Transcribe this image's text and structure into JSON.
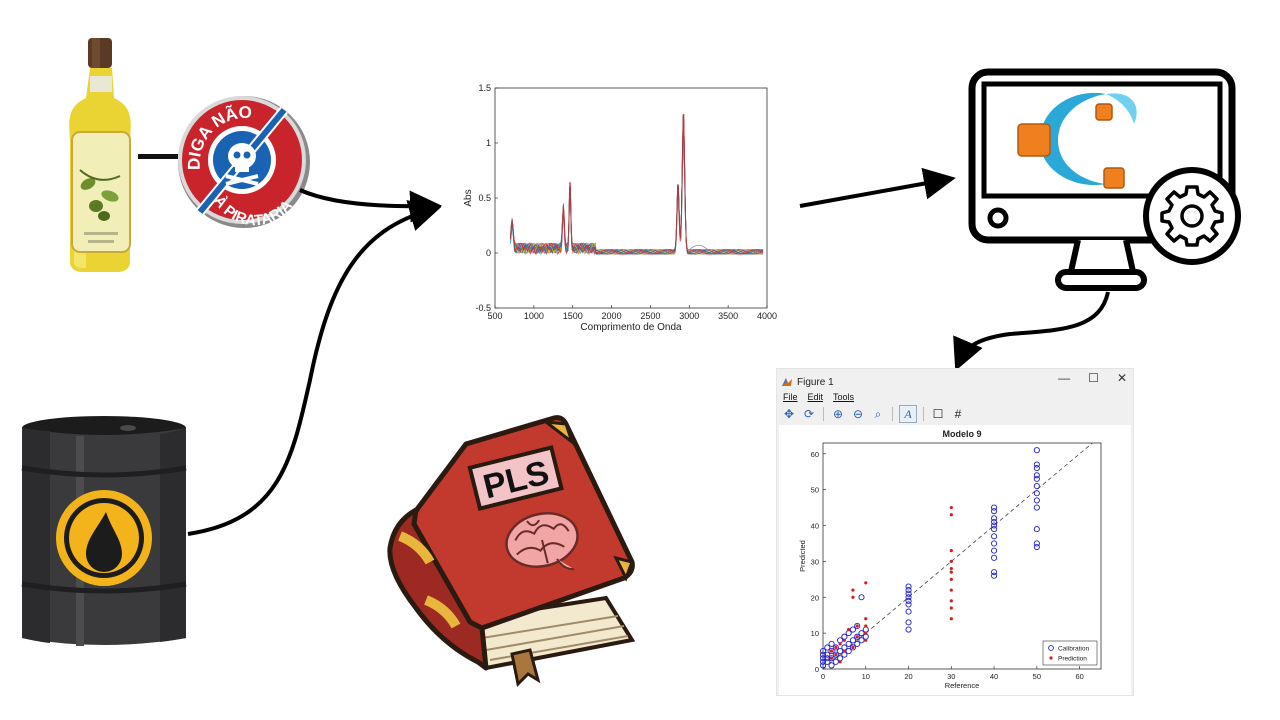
{
  "spectrum_chart": {
    "chart_data": {
      "type": "line",
      "xlabel": "Comprimento de Onda",
      "ylabel": "Abs",
      "xlim": [
        500,
        4000
      ],
      "ylim": [
        -0.5,
        1.5
      ],
      "xticks": [
        500,
        1000,
        1500,
        2000,
        2500,
        3000,
        3500,
        4000
      ],
      "yticks": [
        -0.5,
        0,
        0.5,
        1,
        1.5
      ],
      "peaks": [
        {
          "x": 720,
          "y": 0.27
        },
        {
          "x": 1380,
          "y": 0.38
        },
        {
          "x": 1465,
          "y": 0.62
        },
        {
          "x": 2925,
          "y": 1.27
        },
        {
          "x": 2855,
          "y": 0.6
        }
      ]
    }
  },
  "stamp": {
    "top_text": "DIGA NÃO",
    "bottom_text": "À PIRATARIA"
  },
  "book": {
    "label": "PLS"
  },
  "figure_window": {
    "title": "Figure 1",
    "menu": [
      "File",
      "Edit",
      "Tools"
    ],
    "chart_data": {
      "type": "scatter",
      "title": "Modelo 9",
      "xlabel": "Reference",
      "ylabel": "Predicted",
      "xlim": [
        0,
        65
      ],
      "ylim": [
        0,
        63
      ],
      "xticks": [
        0,
        10,
        20,
        30,
        40,
        50,
        60
      ],
      "yticks": [
        0,
        10,
        20,
        30,
        40,
        50,
        60
      ],
      "legend_position": "bottom-right",
      "series": [
        {
          "name": "Calibration",
          "color": "#1f1fd0",
          "marker": "circle-open",
          "points": [
            [
              0,
              1
            ],
            [
              0,
              2
            ],
            [
              0,
              3
            ],
            [
              0,
              4
            ],
            [
              0,
              5
            ],
            [
              1,
              2
            ],
            [
              1,
              3
            ],
            [
              1,
              4
            ],
            [
              1,
              6
            ],
            [
              2,
              1
            ],
            [
              2,
              3
            ],
            [
              2,
              5
            ],
            [
              2,
              7
            ],
            [
              3,
              2
            ],
            [
              3,
              4
            ],
            [
              3,
              6
            ],
            [
              4,
              3
            ],
            [
              4,
              5
            ],
            [
              4,
              8
            ],
            [
              5,
              4
            ],
            [
              5,
              6
            ],
            [
              5,
              9
            ],
            [
              6,
              5
            ],
            [
              6,
              7
            ],
            [
              6,
              10
            ],
            [
              7,
              6
            ],
            [
              7,
              8
            ],
            [
              7,
              11
            ],
            [
              8,
              7
            ],
            [
              8,
              9
            ],
            [
              8,
              12
            ],
            [
              9,
              8
            ],
            [
              9,
              10
            ],
            [
              9,
              20
            ],
            [
              10,
              9
            ],
            [
              10,
              11
            ],
            [
              20,
              11
            ],
            [
              20,
              13
            ],
            [
              20,
              16
            ],
            [
              20,
              18
            ],
            [
              20,
              19
            ],
            [
              20,
              20
            ],
            [
              20,
              21
            ],
            [
              20,
              22
            ],
            [
              20,
              23
            ],
            [
              40,
              26
            ],
            [
              40,
              27
            ],
            [
              40,
              31
            ],
            [
              40,
              33
            ],
            [
              40,
              35
            ],
            [
              40,
              37
            ],
            [
              40,
              39
            ],
            [
              40,
              40
            ],
            [
              40,
              41
            ],
            [
              40,
              42
            ],
            [
              40,
              44
            ],
            [
              40,
              45
            ],
            [
              50,
              34
            ],
            [
              50,
              35
            ],
            [
              50,
              39
            ],
            [
              50,
              45
            ],
            [
              50,
              47
            ],
            [
              50,
              49
            ],
            [
              50,
              51
            ],
            [
              50,
              53
            ],
            [
              50,
              54
            ],
            [
              50,
              56
            ],
            [
              50,
              57
            ],
            [
              50,
              61
            ]
          ]
        },
        {
          "name": "Prediction",
          "color": "#d02020",
          "marker": "dot",
          "points": [
            [
              2,
              3
            ],
            [
              2,
              5
            ],
            [
              3,
              4
            ],
            [
              3,
              6
            ],
            [
              4,
              2
            ],
            [
              4,
              7
            ],
            [
              5,
              5
            ],
            [
              5,
              8
            ],
            [
              6,
              11
            ],
            [
              7,
              6
            ],
            [
              7,
              20
            ],
            [
              7,
              22
            ],
            [
              8,
              9
            ],
            [
              8,
              12
            ],
            [
              10,
              8
            ],
            [
              10,
              10
            ],
            [
              10,
              12
            ],
            [
              10,
              14
            ],
            [
              10,
              24
            ],
            [
              30,
              14
            ],
            [
              30,
              17
            ],
            [
              30,
              19
            ],
            [
              30,
              22
            ],
            [
              30,
              25
            ],
            [
              30,
              27
            ],
            [
              30,
              28
            ],
            [
              30,
              30
            ],
            [
              30,
              33
            ],
            [
              30,
              43
            ],
            [
              30,
              45
            ]
          ]
        }
      ]
    }
  }
}
